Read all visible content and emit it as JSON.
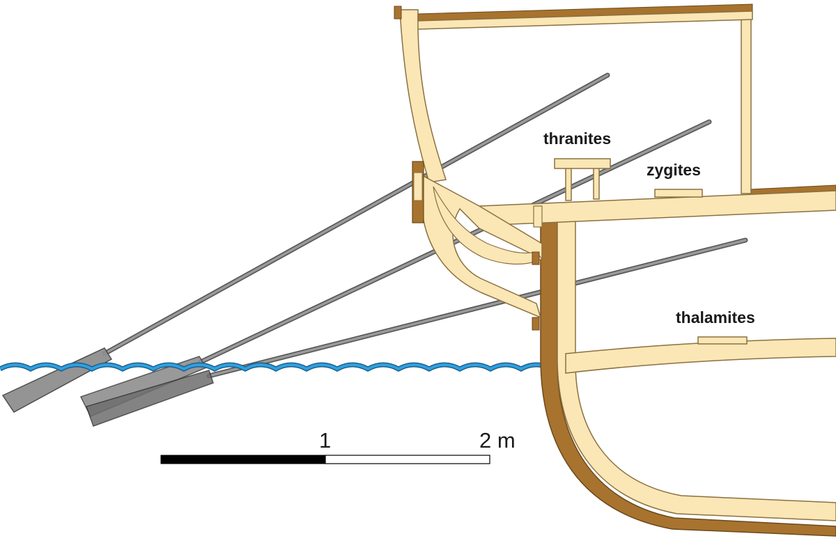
{
  "labels": {
    "thranites": "thranites",
    "zygites": "zygites",
    "thalamites": "thalamites"
  },
  "scale_bar": {
    "mid_label": "1",
    "end_label": "2 m"
  },
  "colors": {
    "wood": "#fbe6b5",
    "wood_stroke": "#8a7040",
    "dark_wood": "#a8732e",
    "oar": "#8c8c8c",
    "oar_blade": "#8f8f8f",
    "water": "#2a8fd0",
    "scale_black": "#000000"
  }
}
